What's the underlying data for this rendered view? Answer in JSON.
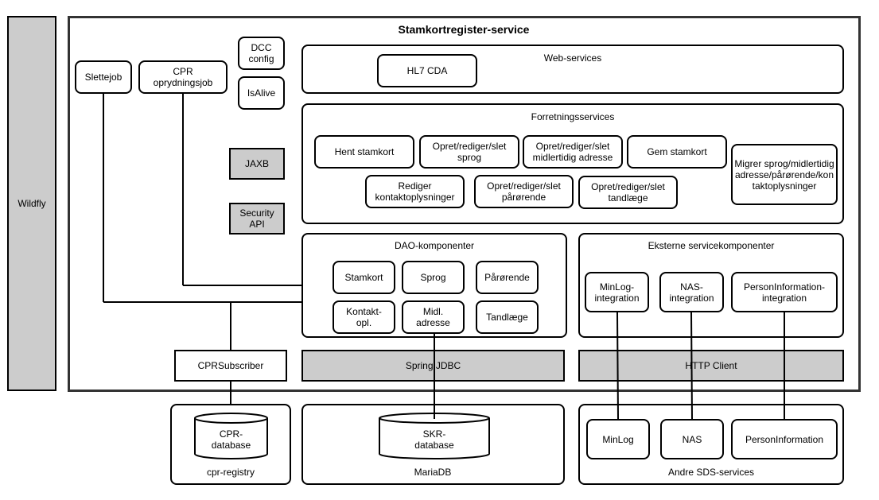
{
  "wildfly": "Wildfly",
  "service": {
    "title": "Stamkortregister-service",
    "slettejob": "Slettejob",
    "cpr_job": "CPR oprydningsjob",
    "dcc_config": "DCC config",
    "isalive": "IsAlive",
    "jaxb": "JAXB",
    "security_api": "Security API",
    "webservices": {
      "label": "Web-services",
      "hl7": "HL7 CDA"
    },
    "forretning": {
      "label": "Forretningsservices",
      "hent": "Hent stamkort",
      "sprog": "Opret/rediger/slet sprog",
      "adresse": "Opret/rediger/slet midlertidig adresse",
      "gem": "Gem stamkort",
      "kontakt": "Rediger kontaktoplysninger",
      "paarorende": "Opret/rediger/slet pårørende",
      "tandlaege": "Opret/rediger/slet tandlæge",
      "migrer": "Migrer sprog/midlertidig adresse/pårørende/kontaktoplysninger"
    },
    "dao": {
      "label": "DAO-komponenter",
      "stamkort": "Stamkort",
      "sprog": "Sprog",
      "paarorende": "Pårørende",
      "kontakt": "Kontakt-opl.",
      "midl": "Midl. adresse",
      "tandlaege": "Tandlæge"
    },
    "eksterne": {
      "label": "Eksterne servicekomponenter",
      "minlog": "MinLog-integration",
      "nas": "NAS-integration",
      "person": "PersonInformation-integration"
    },
    "cprsubscriber": "CPRSubscriber",
    "spring_jdbc": "Spring JDBC",
    "http_client": "HTTP Client"
  },
  "bottom": {
    "cpr_registry": {
      "label": "cpr-registry",
      "db": "CPR-database"
    },
    "mariadb": {
      "label": "MariaDB",
      "db": "SKR-database"
    },
    "sds": {
      "label": "Andre SDS-services",
      "minlog": "MinLog",
      "nas": "NAS",
      "person": "PersonInformation"
    }
  }
}
